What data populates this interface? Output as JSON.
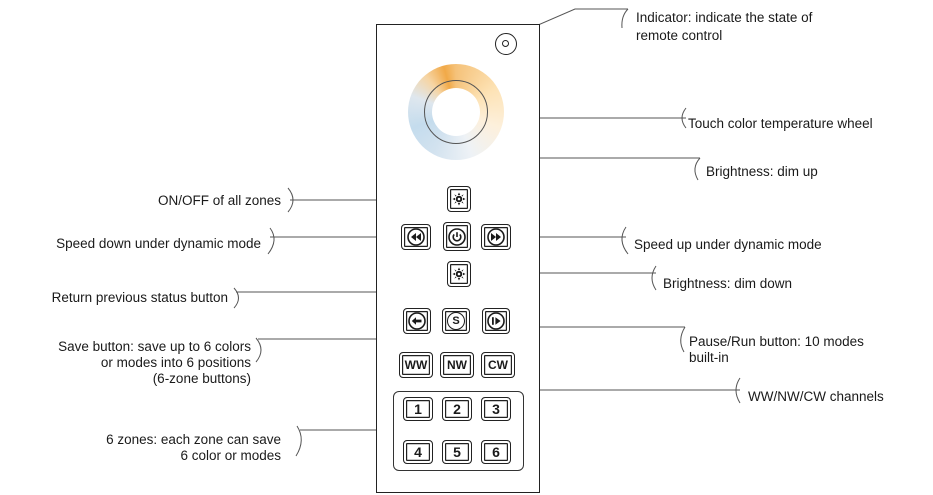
{
  "labels": {
    "indicator_line1": "Indicator: indicate the state of",
    "indicator_line2": "remote control",
    "wheel": "Touch color temperature wheel",
    "dim_up": "Brightness: dim up",
    "on_off": "ON/OFF of all zones",
    "speed_down": "Speed down under dynamic mode",
    "speed_up": "Speed up under dynamic mode",
    "dim_down": "Brightness: dim down",
    "return_prev": "Return previous status button",
    "save_line1": "Save button: save up to 6 colors",
    "save_line2": "or modes into 6 positions",
    "save_line3": "(6-zone buttons)",
    "pause_line1": "Pause/Run button: 10 modes",
    "pause_line2": "built-in",
    "channels": "WW/NW/CW channels",
    "zones_line1": "6 zones: each zone can save",
    "zones_line2": "6 color or modes"
  },
  "buttons": {
    "save": "S",
    "ww": "WW",
    "nw": "NW",
    "cw": "CW",
    "zones": [
      "1",
      "2",
      "3",
      "4",
      "5",
      "6"
    ]
  },
  "icons": {
    "indicator": "indicator-led-icon",
    "wheel": "color-temperature-wheel-icon",
    "dim_up": "brightness-up-icon",
    "dim_down": "brightness-down-icon",
    "power": "power-icon",
    "rewind": "rewind-icon",
    "fast_forward": "fast-forward-icon",
    "return": "return-arrow-icon",
    "play_pause": "play-pause-icon"
  }
}
